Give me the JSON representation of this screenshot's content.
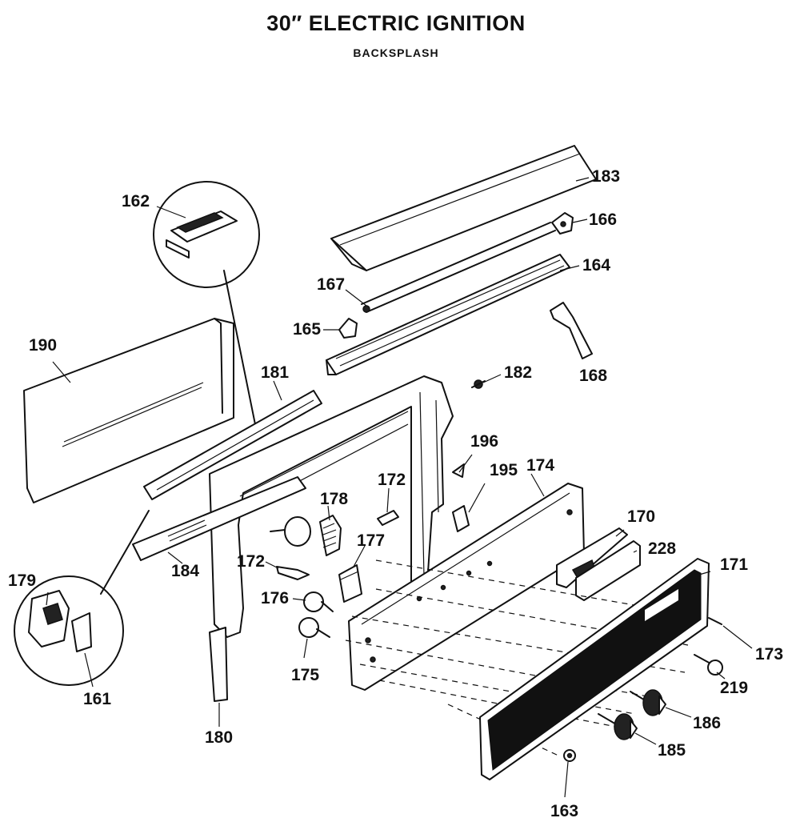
{
  "title": "30″ ELECTRIC IGNITION",
  "subtitle": "BACKSPLASH",
  "callouts": [
    {
      "id": "c183",
      "text": "183"
    },
    {
      "id": "c166",
      "text": "166"
    },
    {
      "id": "c164",
      "text": "164"
    },
    {
      "id": "c167",
      "text": "167"
    },
    {
      "id": "c165",
      "text": "165"
    },
    {
      "id": "c168",
      "text": "168"
    },
    {
      "id": "c162",
      "text": "162"
    },
    {
      "id": "c190",
      "text": "190"
    },
    {
      "id": "c181",
      "text": "181"
    },
    {
      "id": "c182",
      "text": "182"
    },
    {
      "id": "c196",
      "text": "196"
    },
    {
      "id": "c195",
      "text": "195"
    },
    {
      "id": "c174",
      "text": "174"
    },
    {
      "id": "c172a",
      "text": "172"
    },
    {
      "id": "c178",
      "text": "178"
    },
    {
      "id": "c170",
      "text": "170"
    },
    {
      "id": "c228",
      "text": "228"
    },
    {
      "id": "c171",
      "text": "171"
    },
    {
      "id": "c177",
      "text": "177"
    },
    {
      "id": "c172b",
      "text": "172"
    },
    {
      "id": "c176",
      "text": "176"
    },
    {
      "id": "c175",
      "text": "175"
    },
    {
      "id": "c184",
      "text": "184"
    },
    {
      "id": "c179",
      "text": "179"
    },
    {
      "id": "c161",
      "text": "161"
    },
    {
      "id": "c180",
      "text": "180"
    },
    {
      "id": "c173",
      "text": "173"
    },
    {
      "id": "c219",
      "text": "219"
    },
    {
      "id": "c186",
      "text": "186"
    },
    {
      "id": "c185",
      "text": "185"
    },
    {
      "id": "c163",
      "text": "163"
    }
  ]
}
